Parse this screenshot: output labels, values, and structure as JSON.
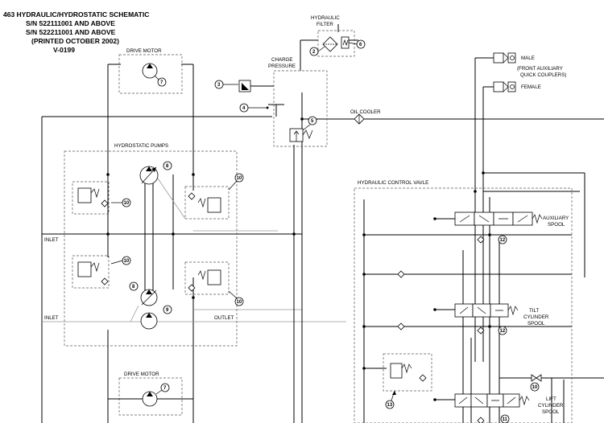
{
  "title_block": {
    "line1": "463 HYDRAULIC/HYDROSTATIC SCHEMATIC",
    "line2": "S/N 522111001 AND ABOVE",
    "line3": "S/N 522211001 AND ABOVE",
    "line4": "(PRINTED OCTOBER 2002)",
    "line5": "V-0199"
  },
  "labels": {
    "drive_motor_top": "DRIVE MOTOR",
    "drive_motor_bottom": "DRIVE MOTOR",
    "hydrostatic_pumps": "HYDROSTATIC PUMPS",
    "hydraulic_filter_1": "HYDRAULIC",
    "hydraulic_filter_2": "FILTER",
    "charge_pressure_1": "CHARGE",
    "charge_pressure_2": "PRESSURE",
    "oil_cooler": "OIL COOLER",
    "hydraulic_control_valve": "HYDRAULIC CONTROL VAVLE",
    "male": "MALE",
    "front_aux_1": "(FRONT AUXILIARY",
    "front_aux_2": "QUICK COUPLERS)",
    "female": "FEMALE",
    "auxiliary_spool_1": "AUXILIARY",
    "auxiliary_spool_2": "SPOOL",
    "tilt_spool_1": "TILT",
    "tilt_spool_2": "CYLINDER",
    "tilt_spool_3": "SPOOL",
    "lift_spool_1": "LIFT",
    "lift_spool_2": "CYLINDER",
    "lift_spool_3": "SPOOL",
    "inlet_upper": "INLET",
    "inlet_lower": "INLET",
    "outlet": "OUTLET"
  },
  "callouts": {
    "c2": "2",
    "c3": "3",
    "c4": "4",
    "c5": "5",
    "c6": "6",
    "c7_top": "7",
    "c7_bottom": "7",
    "c8_top": "8",
    "c8_bottom": "8",
    "c9": "9",
    "c10_a": "10",
    "c10_b": "10",
    "c10_c": "10",
    "c10_d": "10",
    "c10_e": "10",
    "c11": "11",
    "c12_a": "12",
    "c12_b": "12",
    "c13": "13"
  }
}
